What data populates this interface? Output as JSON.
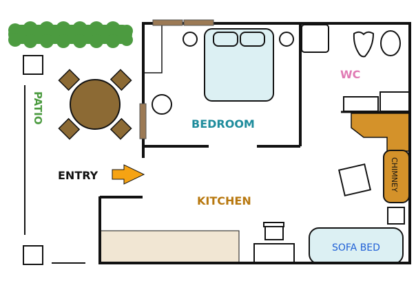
{
  "labels": {
    "patio": "PATIO",
    "entry": "ENTRY",
    "bedroom": "BEDROOM",
    "kitchen": "KITCHEN",
    "wc": "WC",
    "chimney": "CHIMNEY",
    "sofa_bed": "SOFA BED"
  },
  "colors": {
    "hedge": "#4c9b40",
    "furniture_wood": "#8c6a34",
    "patio_text": "#4c9b40",
    "bedroom_text": "#1e8c9c",
    "kitchen_text": "#b8780f",
    "wc_text": "#e07ab4",
    "chimney": "#d4922a",
    "entry_arrow": "#f6a313",
    "bed_fill": "#dcf0f3",
    "counter_fill": "#f1e6d3",
    "sofa_text": "#1f5fd6"
  }
}
